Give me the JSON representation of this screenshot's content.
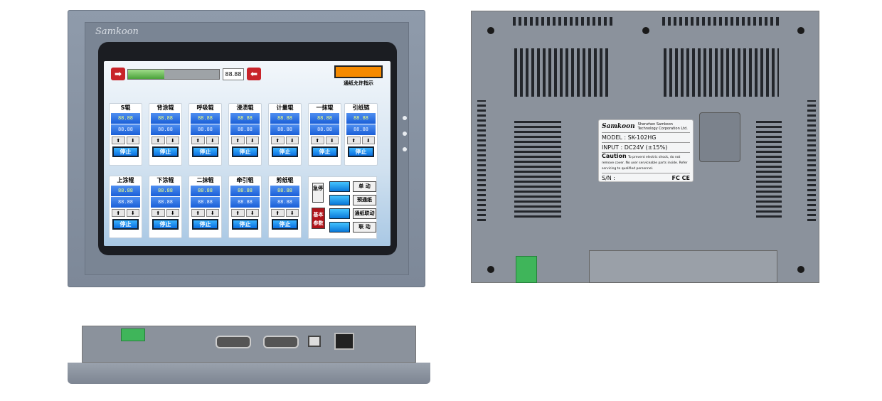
{
  "brand": "Samkoon",
  "screen": {
    "progress_percent": 40,
    "progress_value": "88.88",
    "indicator_label": "通纸允许指示",
    "indicator_color": "#f58a00",
    "rollers_row1": [
      {
        "name": "S辊",
        "v1": "88.88",
        "v2": "88.88",
        "stop": "停止"
      },
      {
        "name": "背涂辊",
        "v1": "88.88",
        "v2": "88.88",
        "stop": "停止"
      },
      {
        "name": "呼吸辊",
        "v1": "88.88",
        "v2": "88.88",
        "stop": "停止"
      },
      {
        "name": "浸渍辊",
        "v1": "88.88",
        "v2": "88.88",
        "stop": "停止"
      },
      {
        "name": "计量辊",
        "v1": "88.88",
        "v2": "88.88",
        "stop": "停止"
      },
      {
        "name": "一抹辊",
        "v1": "88.88",
        "v2": "88.88",
        "stop": "停止"
      },
      {
        "name": "引纸链",
        "v1": "88.88",
        "v2": "88.88",
        "stop": "停止"
      }
    ],
    "rollers_row2": [
      {
        "name": "上涂辊",
        "v1": "88.88",
        "v2": "88.88",
        "stop": "停止"
      },
      {
        "name": "下涂辊",
        "v1": "88.88",
        "v2": "88.88",
        "stop": "停止"
      },
      {
        "name": "二抹辊",
        "v1": "88.88",
        "v2": "88.88",
        "stop": "停止"
      },
      {
        "name": "牵引辊",
        "v1": "88.88",
        "v2": "88.88",
        "stop": "停止"
      },
      {
        "name": "剪纸辊",
        "v1": "88.88",
        "v2": "88.88",
        "stop": "停止"
      }
    ],
    "up_icon": "arrow-up-icon",
    "down_icon": "arrow-down-icon",
    "control": {
      "estop": "急停",
      "params": "基本参数",
      "modes": [
        "单 动",
        "预通纸",
        "通纸联动",
        "联 动"
      ]
    }
  },
  "rear_label": {
    "brand": "Samkoon",
    "company": "Shenzhen Samkoon Technology Corporation Ltd.",
    "model": "MODEL : SK-102HG",
    "input": "INPUT : DC24V (±15%)",
    "caution_title": "Caution",
    "caution_text": "To prevent electric shock, do not remove cover. No user serviceable parts inside. Refer servicing to qualified personnel.",
    "sn": "S/N :",
    "certs": "FC CE"
  }
}
